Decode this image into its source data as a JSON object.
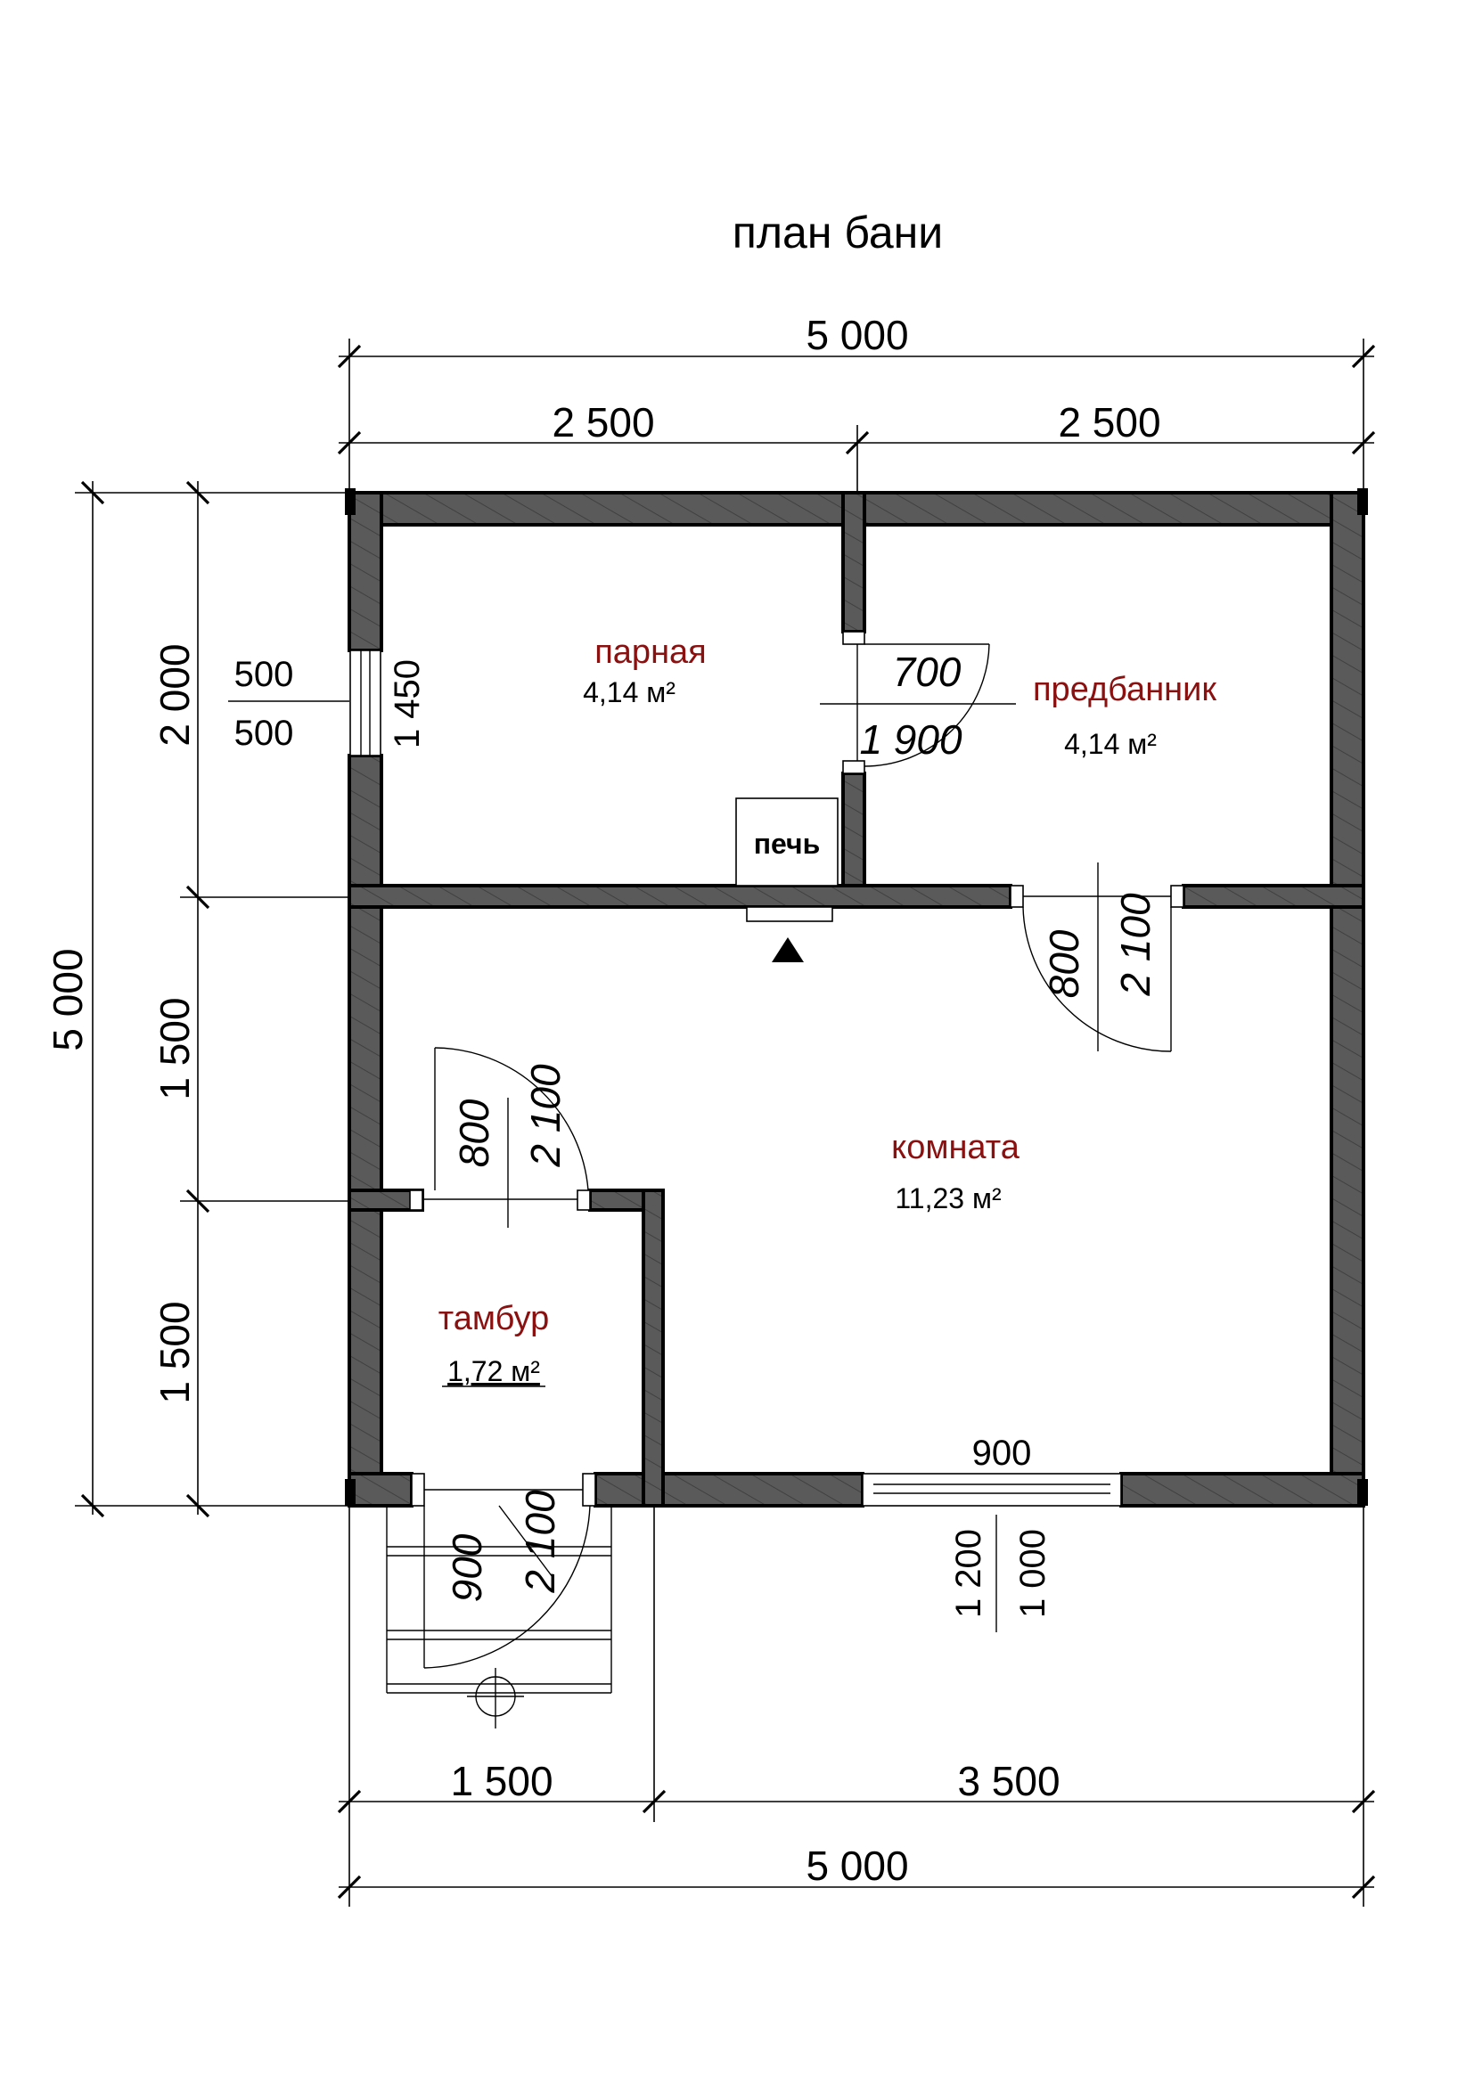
{
  "title": "план бани",
  "top_dims": {
    "overall": "5 000",
    "left": "2 500",
    "right": "2 500"
  },
  "bottom_dims": {
    "left": "1 500",
    "right": "3 500",
    "overall": "5 000"
  },
  "left_dims": {
    "overall": "5 000",
    "top": "2 000",
    "middle": "1 500",
    "bottom": "1 500"
  },
  "rooms": {
    "parnaya": {
      "name": "парная",
      "area": "4,14 м²"
    },
    "predbannik": {
      "name": "предбанник",
      "area": "4,14 м²"
    },
    "komnata": {
      "name": "комната",
      "area": "11,23 м²"
    },
    "tambur": {
      "name": "тамбур",
      "area": "1,72 м²"
    }
  },
  "stove": {
    "label": "печь"
  },
  "left_window": {
    "top": "500",
    "bottom": "500",
    "height": "1 450"
  },
  "door_parnaya": {
    "width": "700",
    "height": "1 900"
  },
  "door_predbannik": {
    "width": "800",
    "height": "2 100"
  },
  "door_tambur_inner": {
    "width": "800",
    "height": "2 100"
  },
  "door_entry": {
    "width": "900",
    "height": "2 100"
  },
  "bottom_window": {
    "width": "900",
    "sill": "1 200",
    "height": "1 000"
  },
  "colors": {
    "wall": "#5a5a5a",
    "room_label": "#8b1010"
  }
}
